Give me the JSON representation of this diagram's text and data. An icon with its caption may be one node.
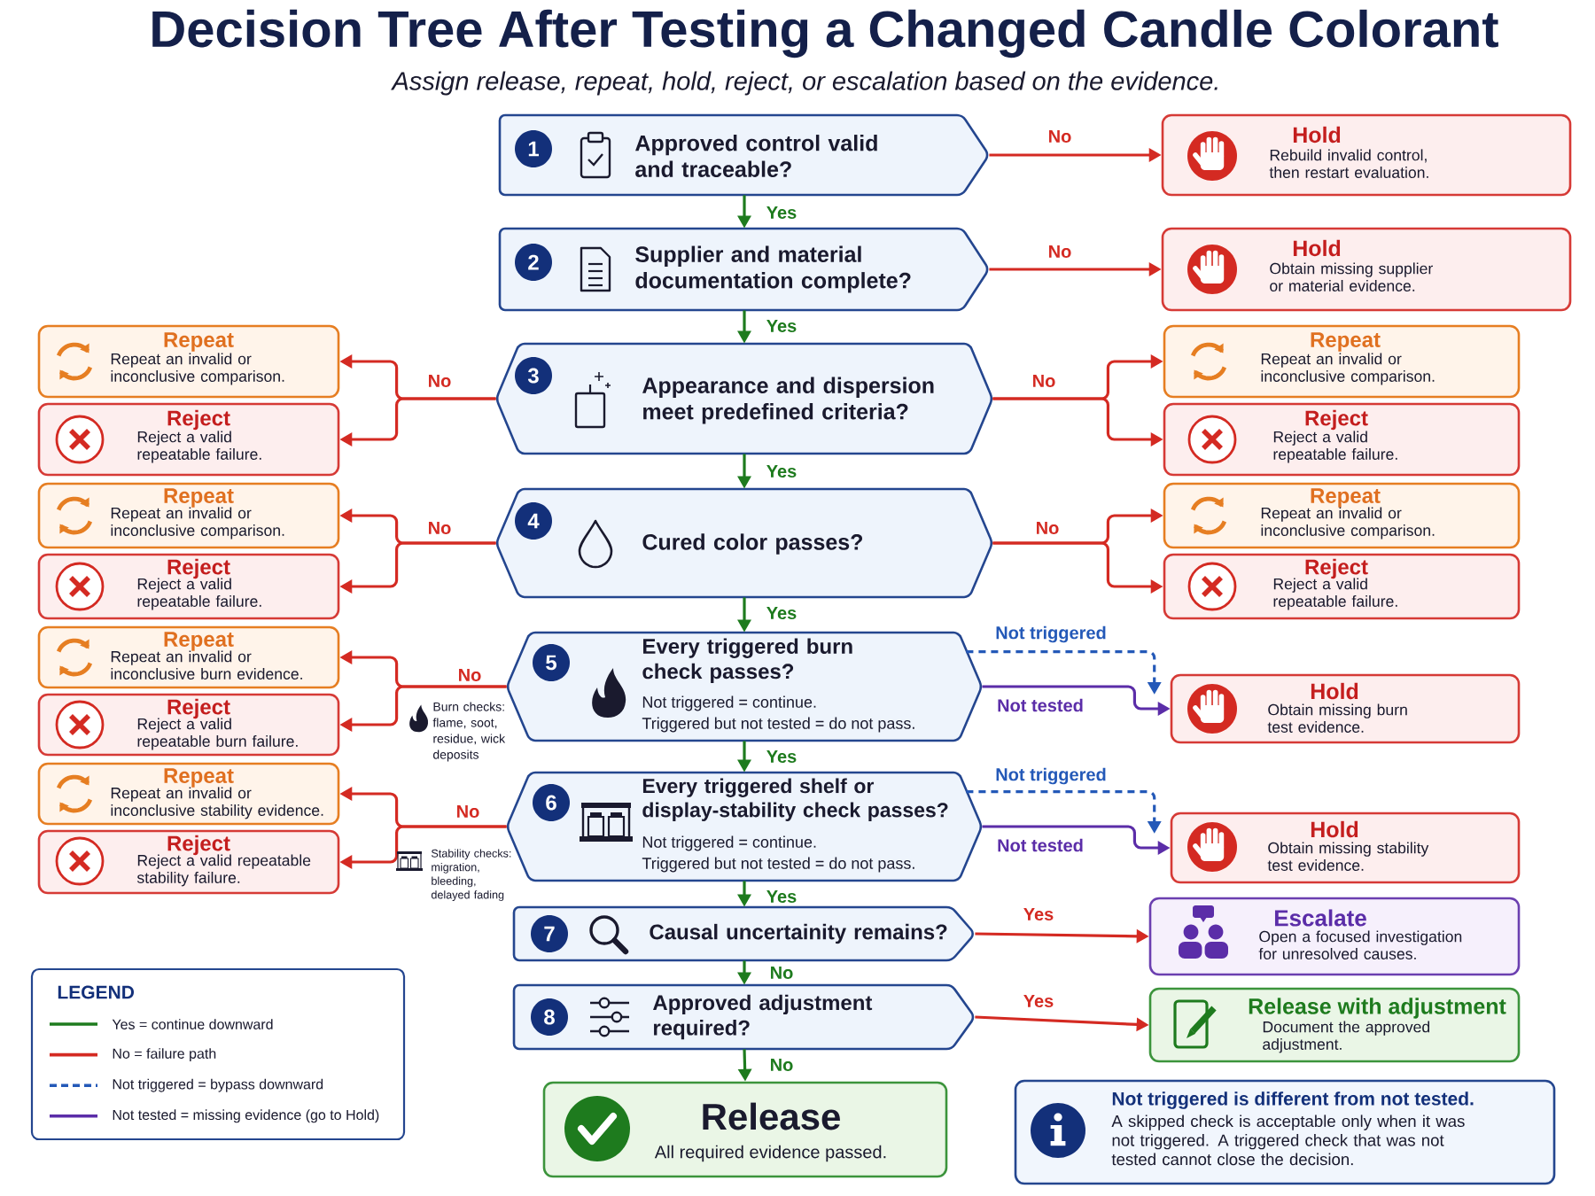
{
  "diagram": {
    "title": "Decision Tree After Testing a Changed Candle Colorant",
    "nodes": [
      {
        "text": [
          "1",
          "Approved control valid and traceable?"
        ]
      },
      {
        "text": [
          "Hold",
          "Rebuild invalid control, then restart evaluation."
        ]
      },
      {
        "text": [
          "2",
          "Supplier and material documentation complete?"
        ]
      },
      {
        "text": [
          "Hold",
          "Obtain missing supplier or material evidence."
        ]
      },
      {
        "text": [
          "3",
          "Appearance and dispersion meet predefined criteria?"
        ]
      },
      {
        "text": [
          "Repeat",
          "Repeat an invalid or inconclusive comparison."
        ]
      },
      {
        "text": [
          "Reject",
          "Reject a valid repeatable failure."
        ]
      },
      {
        "text": [
          "Repeat",
          "Repeat an invalid or inconclusive comparison."
        ]
      },
      {
        "text": [
          "Reject",
          "Reject a valid repeatable failure."
        ]
      },
      {
        "text": [
          "4",
          "Cured color passes?"
        ]
      },
      {
        "text": [
          "Repeat",
          "Repeat an invalid or inconclusive comparison."
        ]
      },
      {
        "text": [
          "Reject",
          "Reject a valid repeatable failure."
        ]
      },
      {
        "text": [
          "Repeat",
          "Repeat an invalid or inconclusive comparison."
        ]
      },
      {
        "text": [
          "Reject",
          "Reject a valid repeatable failure."
        ]
      },
      {
        "text": [
          "5",
          "Every triggered burn check passes?",
          "Not triggered = continue.",
          "Triggered but not tested = do not pass."
        ],
        "beside": [
          "Burn checks: flame, soot, residue, wick deposits"
        ]
      },
      {
        "text": [
          "Repeat",
          "Repeat an invalid or inconclusive burn evidence."
        ]
      },
      {
        "text": [
          "Reject",
          "Reject a valid repeatable burn failure."
        ]
      },
      {
        "text": [
          "Hold",
          "Obtain missing burn test evidence."
        ]
      },
      {
        "text": [
          "6",
          "Every triggered shelf or display-stability check passes?",
          "Not triggered = continue.",
          "Triggered but not tested = do not pass."
        ],
        "beside": [
          "Stability checks: migration, bleeding, delayed fading"
        ]
      },
      {
        "text": [
          "Repeat",
          "Repeat an invalid or inconclusive stability evidence."
        ]
      },
      {
        "text": [
          "Reject",
          "Reject a valid repeatable stability failure."
        ]
      },
      {
        "text": [
          "Hold",
          "Obtain missing stability test evidence."
        ]
      },
      {
        "text": [
          "7",
          "Causal uncertainity remains?"
        ]
      },
      {
        "text": [
          "Escalate",
          "Open a focused investigation for unresolved causes."
        ]
      },
      {
        "text": [
          "8",
          "Approved adjustment required?"
        ]
      },
      {
        "text": [
          "Release with adjustment",
          "Document the approved adjustment."
        ]
      },
      {
        "text": [
          "Release",
          "All required evidence passed."
        ]
      },
      {
        "text": [
          "Not triggered is different from not tested.",
          "A skipped check is acceptable only when it was not triggered. A triggered check that was not tested cannot close the decision."
        ]
      }
    ],
    "edges": [
      {
        "from": 0,
        "to": 2,
        "arrow": "to",
        "label": "Yes",
        "color": "#1e7b1e"
      },
      {
        "from": 0,
        "to": 1,
        "arrow": "to",
        "label": "No"
      },
      {
        "from": 2,
        "to": 4,
        "arrow": "to",
        "label": "Yes",
        "color": "#1e7b1e"
      },
      {
        "from": 2,
        "to": 3,
        "arrow": "to",
        "label": "No"
      },
      {
        "from": 4,
        "to": 5,
        "arrow": "to",
        "label": "No"
      },
      {
        "from": 4,
        "to": 6,
        "arrow": "to"
      },
      {
        "from": 4,
        "to": 7,
        "arrow": "to",
        "label": "No"
      },
      {
        "from": 4,
        "to": 8,
        "arrow": "to"
      },
      {
        "from": 4,
        "to": 9,
        "arrow": "to",
        "label": "Yes",
        "color": "#1e7b1e"
      },
      {
        "from": 9,
        "to": 10,
        "arrow": "to",
        "label": "No"
      },
      {
        "from": 9,
        "to": 11,
        "arrow": "to"
      },
      {
        "from": 9,
        "to": 12,
        "arrow": "to",
        "label": "No"
      },
      {
        "from": 9,
        "to": 13,
        "arrow": "to"
      },
      {
        "from": 9,
        "to": 14,
        "arrow": "to",
        "label": "Yes",
        "color": "#1e7b1e"
      },
      {
        "from": 14,
        "to": 15,
        "arrow": "to",
        "label": "No"
      },
      {
        "from": 14,
        "to": 16,
        "arrow": "to"
      },
      {
        "from": 14,
        "to": 17,
        "arrow": "to",
        "label": "Not triggered",
        "style": "dashed",
        "color": "#2459b8"
      },
      {
        "from": 14,
        "to": 17,
        "arrow": "to",
        "label": "Not tested",
        "color": "#5b2da8"
      },
      {
        "from": 14,
        "to": 18,
        "arrow": "to",
        "label": "Yes",
        "color": "#1e7b1e"
      },
      {
        "from": 18,
        "to": 19,
        "arrow": "to",
        "label": "No"
      },
      {
        "from": 18,
        "to": 20,
        "arrow": "to"
      },
      {
        "from": 18,
        "to": 21,
        "arrow": "to",
        "label": "Not triggered",
        "style": "dashed",
        "color": "#2459b8"
      },
      {
        "from": 18,
        "to": 21,
        "arrow": "to",
        "label": "Not tested",
        "color": "#5b2da8"
      },
      {
        "from": 18,
        "to": 22,
        "arrow": "to",
        "label": "Yes",
        "color": "#1e7b1e"
      },
      {
        "from": 22,
        "to": 23,
        "arrow": "to",
        "label": "Yes"
      },
      {
        "from": 22,
        "to": 24,
        "arrow": "to",
        "label": "No",
        "color": "#1e7b1e"
      },
      {
        "from": 24,
        "to": 25,
        "arrow": "to",
        "label": "Yes"
      },
      {
        "from": 24,
        "to": 26,
        "arrow": "to",
        "label": "No",
        "color": "#1e7b1e"
      }
    ],
    "labels": [
      "Assign release, repeat, hold, reject, or escalation based on the evidence.",
      "LEGEND"
    ],
    "legend": [
      {
        "text": "Yes = continue downward"
      },
      {
        "text": "No = failure path"
      },
      {
        "text": "Not triggered = bypass downward"
      },
      {
        "text": "Not tested = missing evidence (go to Hold)"
      }
    ]
  }
}
